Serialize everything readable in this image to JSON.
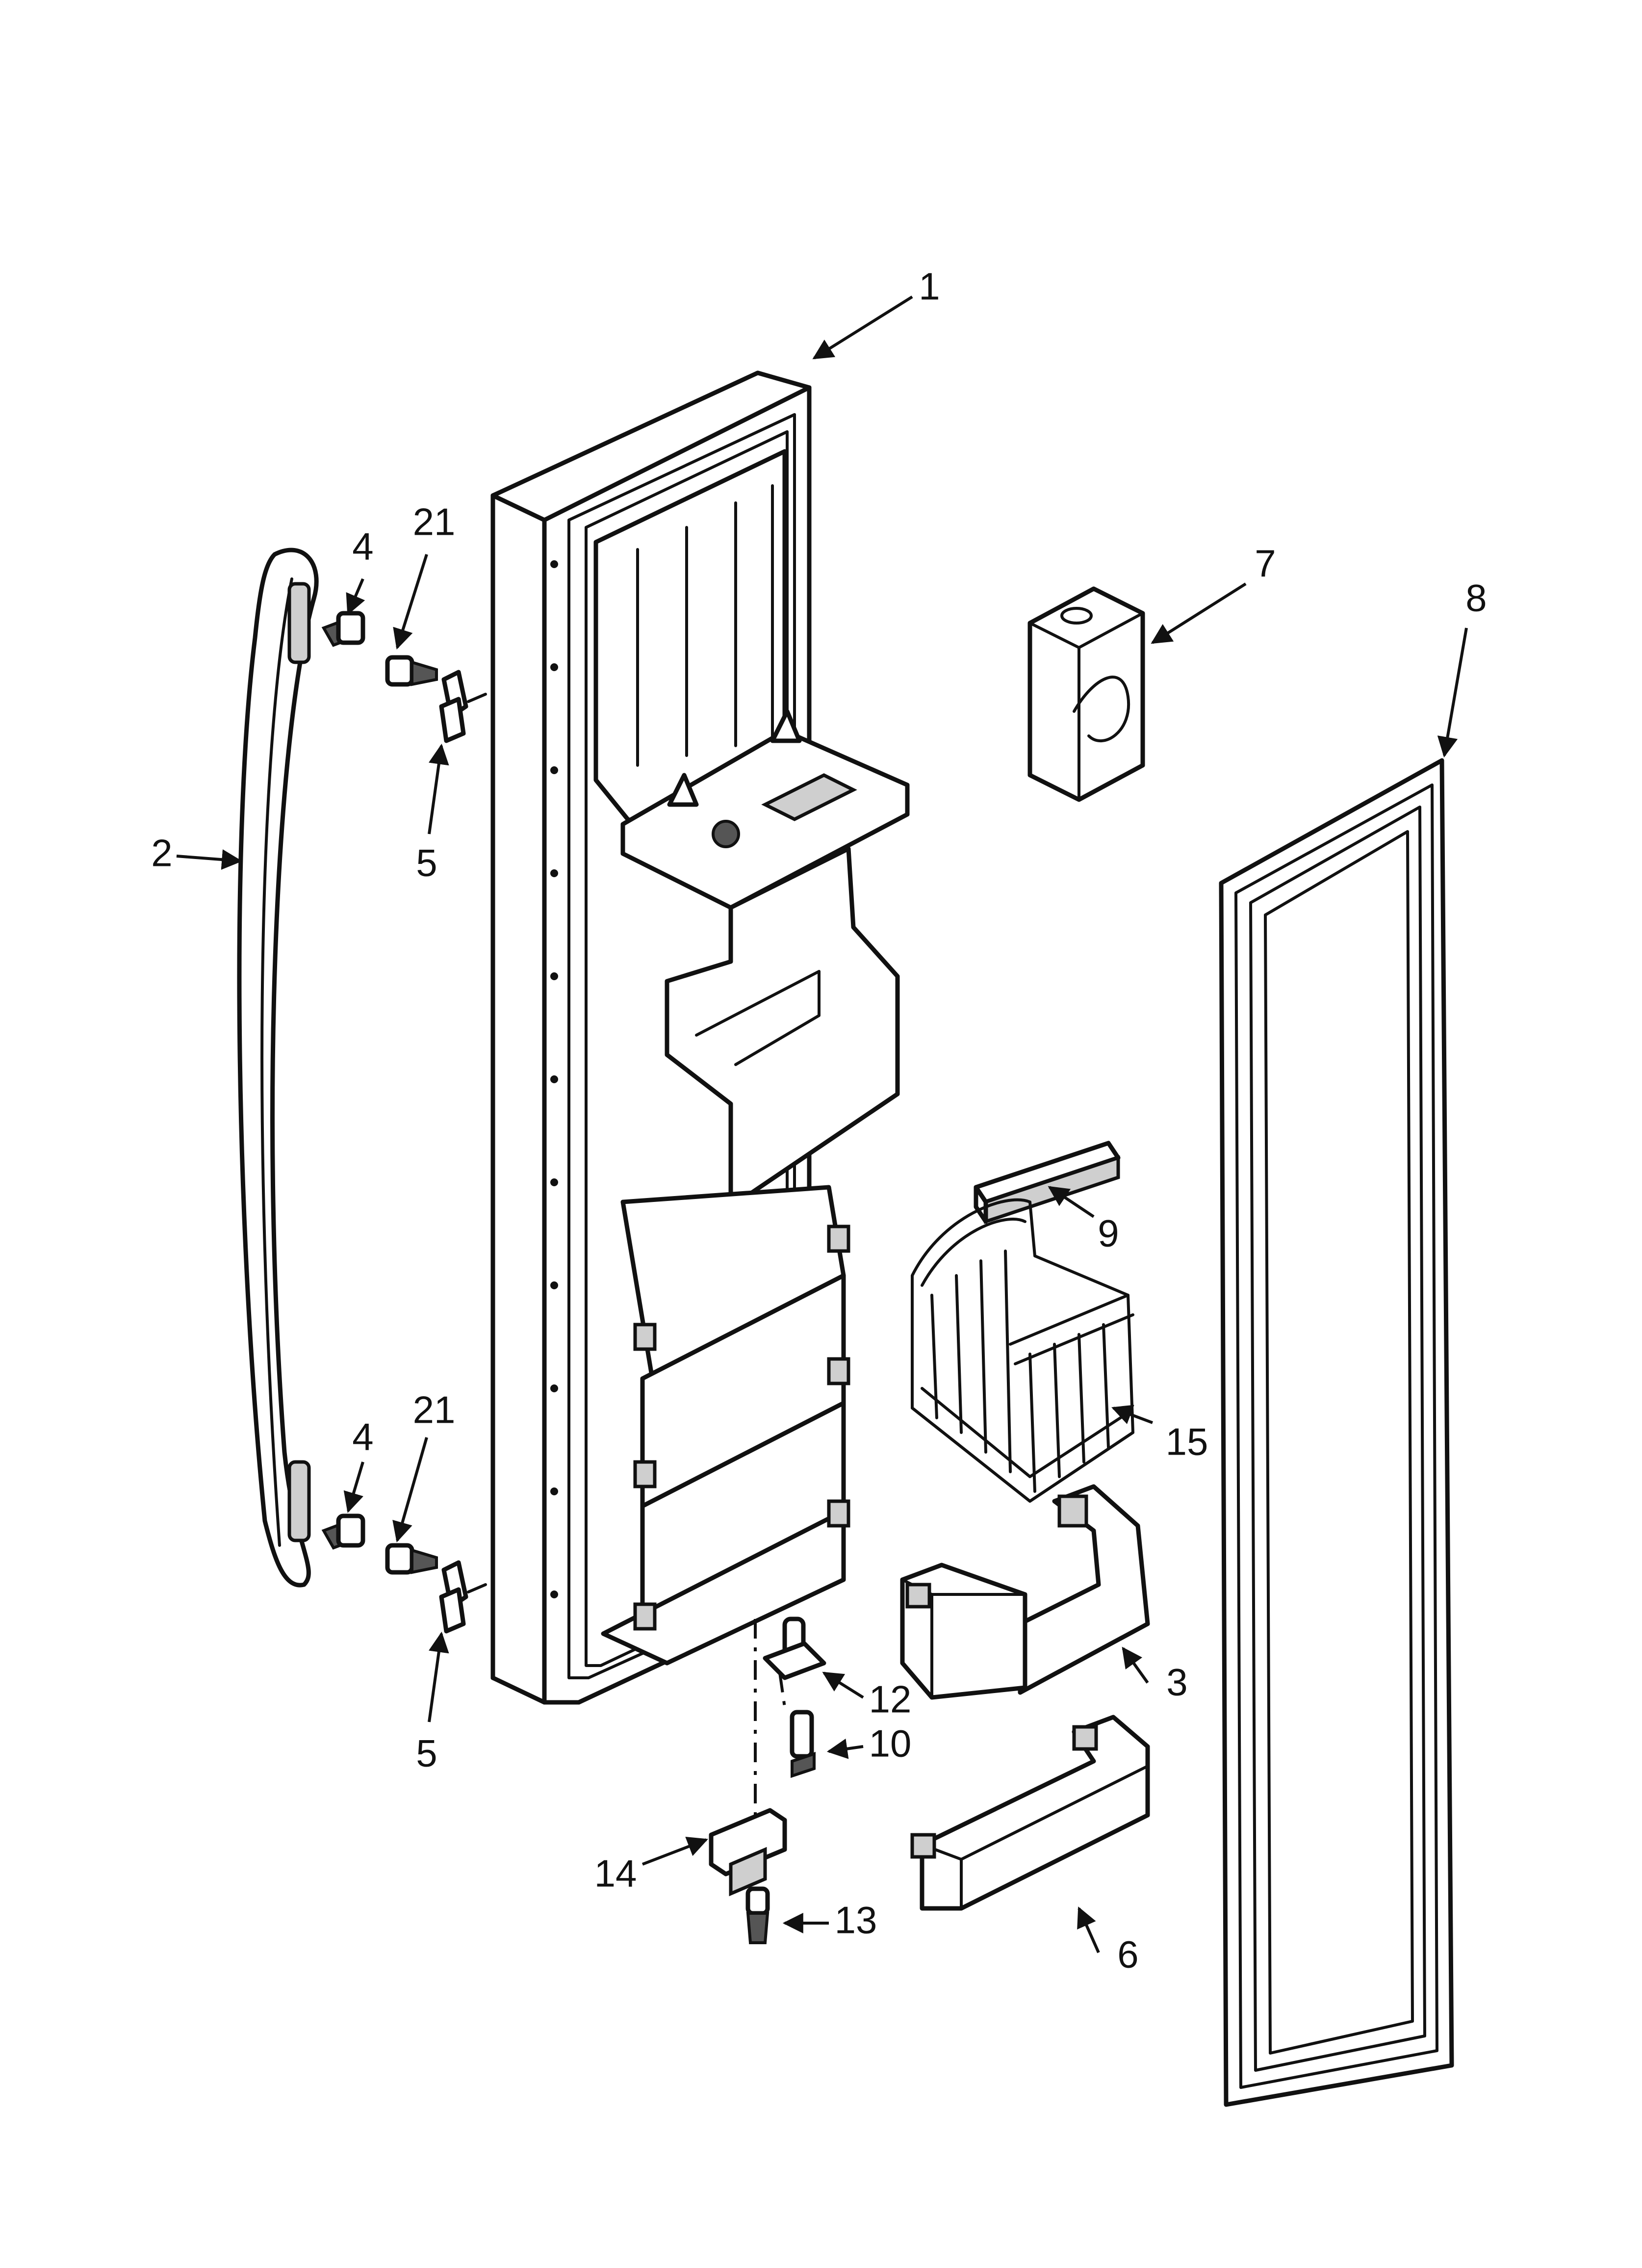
{
  "diagram": {
    "callouts": [
      {
        "id": "1",
        "label": "1"
      },
      {
        "id": "2",
        "label": "2"
      },
      {
        "id": "3",
        "label": "3"
      },
      {
        "id": "4a",
        "label": "4"
      },
      {
        "id": "4b",
        "label": "4"
      },
      {
        "id": "5a",
        "label": "5"
      },
      {
        "id": "5b",
        "label": "5"
      },
      {
        "id": "6",
        "label": "6"
      },
      {
        "id": "7",
        "label": "7"
      },
      {
        "id": "8",
        "label": "8"
      },
      {
        "id": "9",
        "label": "9"
      },
      {
        "id": "10",
        "label": "10"
      },
      {
        "id": "12",
        "label": "12"
      },
      {
        "id": "13",
        "label": "13"
      },
      {
        "id": "14",
        "label": "14"
      },
      {
        "id": "15",
        "label": "15"
      },
      {
        "id": "21a",
        "label": "21"
      },
      {
        "id": "21b",
        "label": "21"
      }
    ],
    "colors": {
      "line": "#111111",
      "background": "#ffffff",
      "shade": "#cfcfcf"
    }
  }
}
